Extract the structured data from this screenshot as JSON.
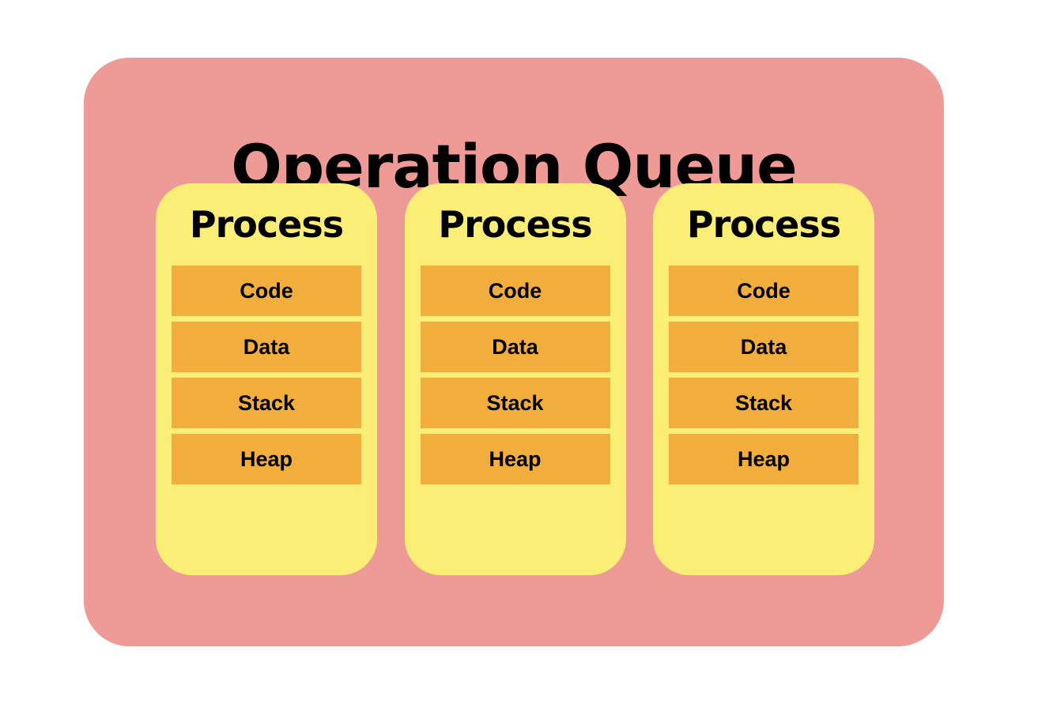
{
  "diagram": {
    "title": "Operation Queue",
    "colors": {
      "container_background": "#EE9A96",
      "process_card_background": "#FAEE77",
      "segment_background": "#F2AE3D",
      "text": "#000000",
      "page_background": "#FFFFFF"
    },
    "processes": [
      {
        "title": "Process",
        "segments": [
          {
            "label": "Code"
          },
          {
            "label": "Data"
          },
          {
            "label": "Stack"
          },
          {
            "label": "Heap"
          }
        ]
      },
      {
        "title": "Process",
        "segments": [
          {
            "label": "Code"
          },
          {
            "label": "Data"
          },
          {
            "label": "Stack"
          },
          {
            "label": "Heap"
          }
        ]
      },
      {
        "title": "Process",
        "segments": [
          {
            "label": "Code"
          },
          {
            "label": "Data"
          },
          {
            "label": "Stack"
          },
          {
            "label": "Heap"
          }
        ]
      }
    ]
  }
}
